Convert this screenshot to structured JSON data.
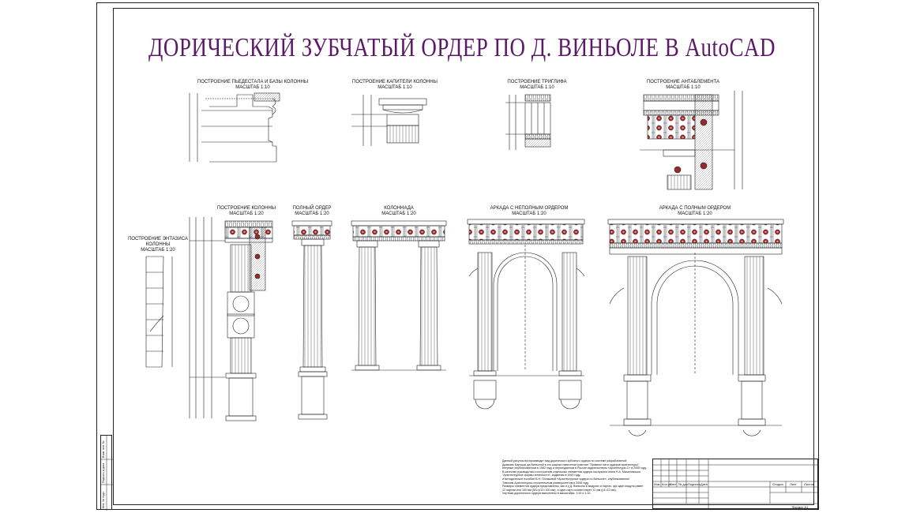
{
  "title": "ДОРИЧЕСКИЙ ЗУБЧАТЫЙ ОРДЕР ПО Д. ВИНЬОЛЕ В AutoCAD",
  "colors": {
    "accent": "#5b1a66",
    "ornament": "#9a2a2a",
    "line": "#222222"
  },
  "captions": {
    "pedestal": [
      "ПОСТРОЕНИЕ ПЬЕДЕСТАЛА И БАЗЫ КОЛОННЫ",
      "МАСШТАБ 1:10"
    ],
    "capital": [
      "ПОСТРОЕНИЕ КАПИТЕЛИ КОЛОННЫ",
      "МАСШТАБ 1:10"
    ],
    "triglyph": [
      "ПОСТРОЕНИЕ ТРИГЛИФА",
      "МАСШТАБ 1:10"
    ],
    "entablature": [
      "ПОСТРОЕНИЕ АНТАБЛЕМЕНТА",
      "МАСШТАБ 1:10"
    ],
    "entasis": [
      "ПОСТРОЕНИЕ ЭНТАЗИСА",
      "КОЛОННЫ",
      "МАСШТАБ 1:20"
    ],
    "column": [
      "ПОСТРОЕНИЕ КОЛОННЫ",
      "МАСШТАБ 1:20"
    ],
    "full_order": [
      "ПОЛНЫЙ ОРДЕР",
      "МАСШТАБ 1:20"
    ],
    "colonnade": [
      "КОЛОННАДА",
      "МАСШТАБ 1:20"
    ],
    "arcade_incomplete": [
      "АРКАДА С НЕПОЛНЫМ ОРДЕРОМ",
      "МАСШТАБ 1:20"
    ],
    "arcade_full": [
      "АРКАДА С ПОЛНЫМ ОРДЕРОМ",
      "МАСШТАБ 1:20"
    ]
  },
  "notes": [
    "Данный рисунок воспроизводит вид дорического зубчатого ордера по системе разработанной",
    "Джакомо Бароцци да Виньолой в его широко известном трактате \"Правило пяти ордеров архитектуры\",",
    "впервые опубликованном в 1562 году и переизданном в России издательством «Архитектура-С» в 2005 году.",
    "В качестве руководства к построению отдельных элементов ордера послужили книга Н.А. Михаловского",
    "\"Архитектурные формы античности\", изданная в 1949 году,",
    "и методическое пособие В.Н. Поляковой «Архитектурные ордера по Виньоле», опубликованное",
    "Томским Архитектурно-строительным университетом в 2008 году.",
    "Размеры элементов ордера представлены, как и у Д. Виньолы в модулях и партах, где один модуль равен",
    "12 партам или 100 мм (М1=р12=100 мм), а один парт соответствует 12 мм (р1=12 мм).",
    "Чертежи дорического ордера выполнены в масштабах: 1:20 и 1:10."
  ],
  "stamp": {
    "cols": [
      "Изм.",
      "Кол.уч",
      "Лист",
      "№ док.",
      "Подпись",
      "Дата"
    ],
    "right": [
      "Стадия",
      "Лист",
      "Листов"
    ],
    "format": "Формат А1"
  },
  "side_stamp": [
    "Инв. № подл.",
    "Подпись и дата",
    "Взам. инв. №"
  ]
}
